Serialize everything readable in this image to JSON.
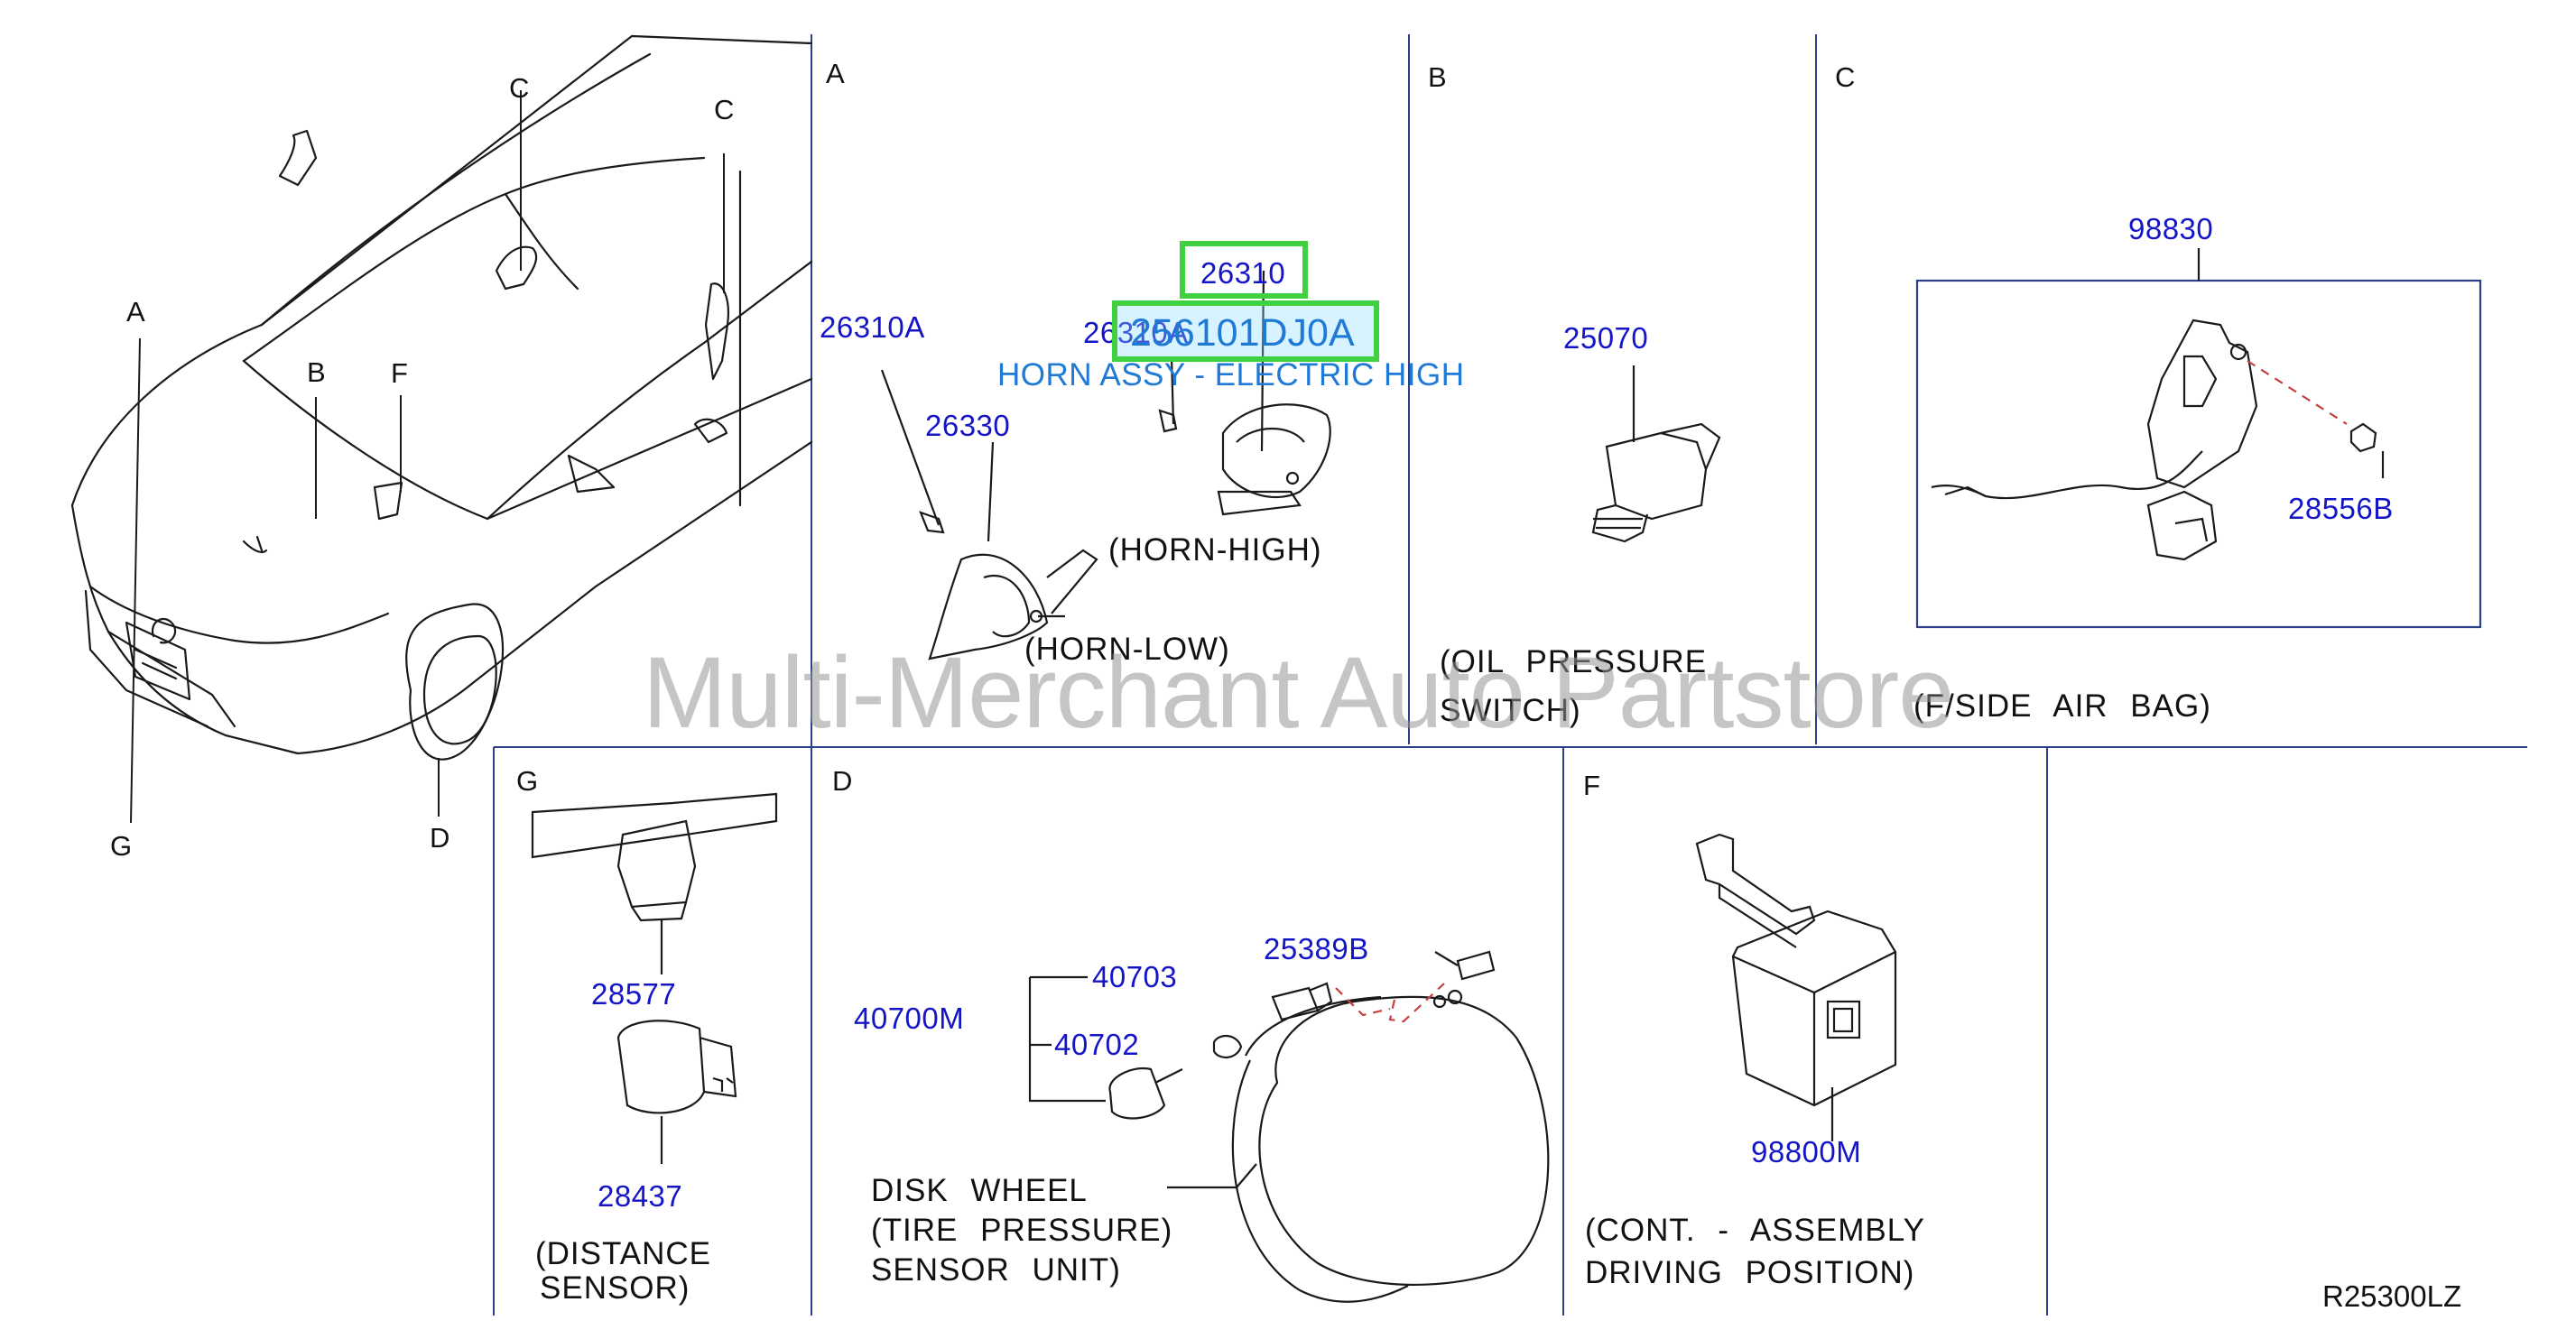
{
  "sections": {
    "A": "A",
    "B": "B",
    "C": "C",
    "D": "D",
    "F": "F",
    "G": "G"
  },
  "car_callouts": {
    "a": "A",
    "b": "B",
    "c1": "C",
    "c2": "C",
    "f": "F",
    "g": "G",
    "d": "D"
  },
  "part_numbers": {
    "p26310A": "26310A",
    "p26330": "26330",
    "p26310": "26310",
    "p26310A_2": "26310A",
    "p25070": "25070",
    "p98830": "98830",
    "p28556B": "28556B",
    "p28577": "28577",
    "p28437": "28437",
    "p40703": "40703",
    "p25389B": "25389B",
    "p40700M": "40700M",
    "p40702": "40702",
    "p98800M": "98800M"
  },
  "captions": {
    "horn_high": "(HORN-HIGH)",
    "horn_low": "(HORN-LOW)",
    "oil_1": "(OIL PRESSURE",
    "oil_2": "SWITCH)",
    "airbag": "(F/SIDE AIR BAG)",
    "dist_1": "(DISTANCE",
    "dist_2": "SENSOR)",
    "disk_1": "DISK WHEEL",
    "disk_2": "(TIRE PRESSURE)",
    "disk_3": "SENSOR UNIT)",
    "cont_1": "(CONT. - ASSEMBLY",
    "cont_2": "DRIVING POSITION)"
  },
  "reference_code": "R25300LZ",
  "watermark": "Multi-Merchant Auto Partstore",
  "highlight": {
    "part_number": "256101DJ0A",
    "description": "HORN ASSY - ELECTRIC HIGH"
  },
  "colors": {
    "part_number_blue": "#1515c8",
    "highlight_green": "#3fd13f",
    "popup_text_blue": "#1f7ad6",
    "watermark_gray": "#969696",
    "line_color": "#1a1a1a",
    "panel_border_blue": "#2b3f8a"
  }
}
